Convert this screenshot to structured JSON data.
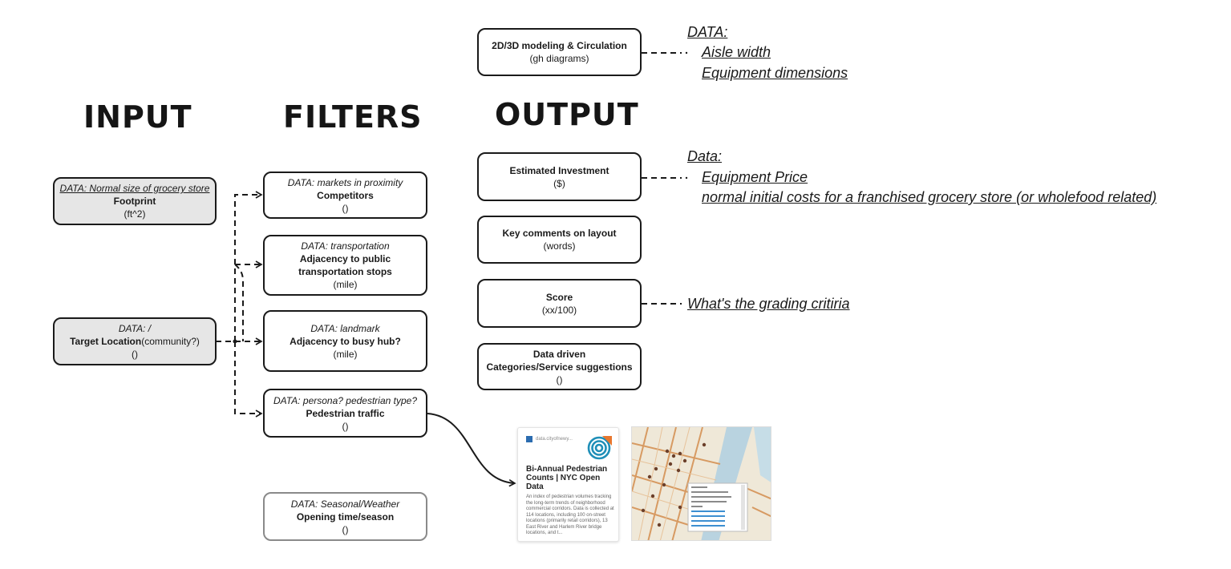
{
  "headings": {
    "input": "INPUT",
    "filters": "FILTERS",
    "output": "OUTPUT"
  },
  "input": {
    "footprint": {
      "label": "DATA: Normal size of grocery store",
      "title": "Footprint",
      "unit": "(ft^2)"
    },
    "location": {
      "label": "DATA: /",
      "title": "Target Location",
      "title_suffix": "(community?)",
      "unit": "()"
    }
  },
  "filters": {
    "competitors": {
      "label": "DATA: markets in proximity",
      "title": "Competitors",
      "unit": "()"
    },
    "transport": {
      "label": "DATA: transportation",
      "title_line1": "Adjacency to public",
      "title_line2": "transportation stops",
      "unit": "(mile)"
    },
    "hub": {
      "label": "DATA: landmark",
      "title": "Adjacency to busy hub?",
      "unit": "(mile)"
    },
    "pedestrian": {
      "label": "DATA: persona? pedestrian type?",
      "title": "Pedestrian traffic",
      "unit": "()"
    },
    "opening": {
      "label": "DATA: Seasonal/Weather",
      "title": "Opening time/season",
      "unit": "()"
    }
  },
  "output": {
    "modeling": {
      "title": "2D/3D modeling & Circulation",
      "unit": "(gh diagrams)"
    },
    "investment": {
      "title": "Estimated Investment",
      "unit": "($)"
    },
    "comments": {
      "title": "Key comments on layout",
      "unit": "(words)"
    },
    "score": {
      "title": "Score",
      "unit": "(xx/100)"
    },
    "categories": {
      "title_line1": "Data driven",
      "title_line2": "Categories/Service suggestions",
      "unit": "()"
    }
  },
  "notes": {
    "modeling": {
      "header": "DATA:",
      "items": [
        "Aisle width",
        "Equipment dimensions"
      ]
    },
    "investment": {
      "header": "Data:",
      "items": [
        "Equipment Price",
        "normal initial costs for a franchised grocery store (or wholefood related)"
      ]
    },
    "score": {
      "text": "What's the grading critiria"
    }
  },
  "card": {
    "source": "data.cityofnewy...",
    "title": "Bi-Annual Pedestrian Counts | NYC Open Data",
    "description": "An index of pedestrian volumes tracking the long-term trends of neighborhood commercial corridors. Data is collected at 114 locations, including 100 on-street locations (primarily retail corridors), 13 East River and Harlem River bridge locations, and t..."
  },
  "colors": {
    "box_border": "#1a1a1a",
    "gray_fill": "#e6e6e6",
    "card_logo": "#1f8fb8",
    "card_accent": "#e8772e"
  }
}
